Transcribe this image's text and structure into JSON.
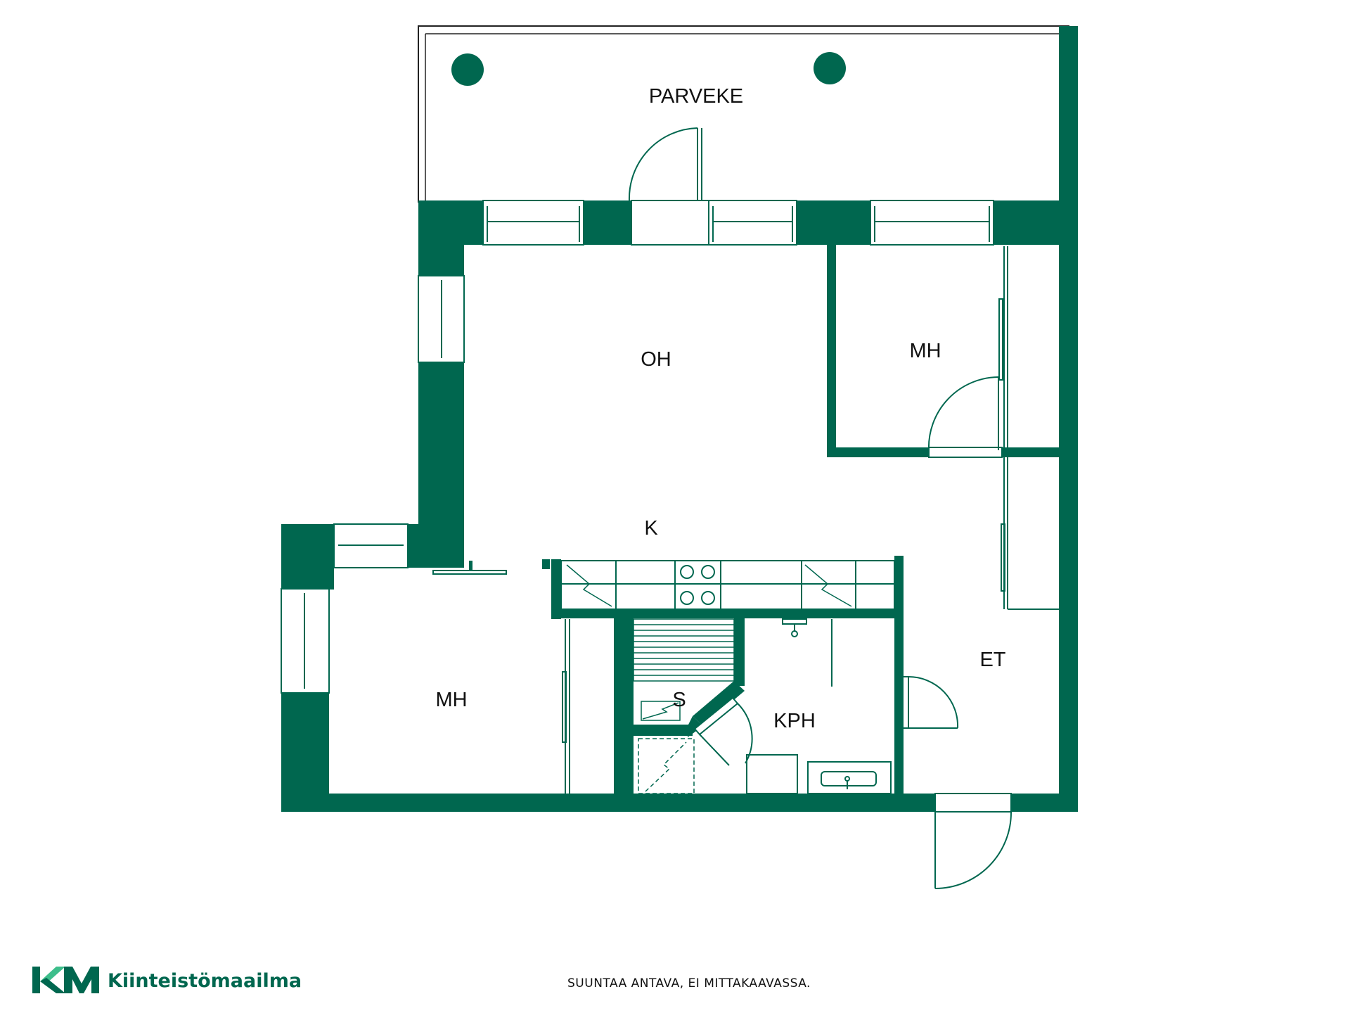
{
  "colors": {
    "wall": "#00674F",
    "line": "#00674F",
    "text": "#111111",
    "accent": "#3DBE8B"
  },
  "rooms": {
    "parveke": "PARVEKE",
    "oh": "OH",
    "mh_top": "MH",
    "k": "K",
    "mh_left": "MH",
    "s": "S",
    "kph": "KPH",
    "et": "ET"
  },
  "brand": {
    "logo": "KM",
    "name": "Kiinteistömaailma"
  },
  "disclaimer": "SUUNTAA ANTAVA, EI MITTAKAAVASSA."
}
